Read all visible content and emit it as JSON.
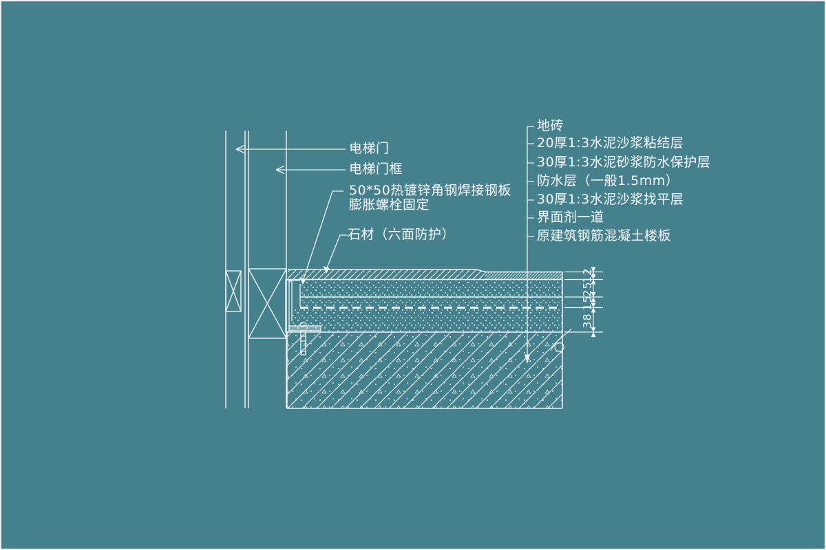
{
  "drawing": {
    "kind": "elevator-door-threshold-floor-detail",
    "background_color": "#45808d",
    "line_color": "#eef4f6",
    "frame_color": "#eef3f4"
  },
  "labels": {
    "left": [
      {
        "text": "电梯门"
      },
      {
        "text": "电梯门框"
      },
      {
        "text": "50*50热镀锌角钢焊接钢板"
      },
      {
        "text": "膨胀螺栓固定"
      },
      {
        "text": "石材（六面防护）"
      }
    ],
    "right": [
      {
        "text": "地砖"
      },
      {
        "text": "20厚1:3水泥沙浆粘结层"
      },
      {
        "text": "30厚1:3水泥砂浆防水保护层"
      },
      {
        "text": "防水层（一般1.5mm）"
      },
      {
        "text": "30厚1:3水泥沙浆找平层"
      },
      {
        "text": "界面剂一道"
      },
      {
        "text": "原建筑钢筋混凝土楼板"
      }
    ]
  },
  "dimensions": {
    "values": [
      "12",
      "25",
      "15",
      "38"
    ]
  }
}
